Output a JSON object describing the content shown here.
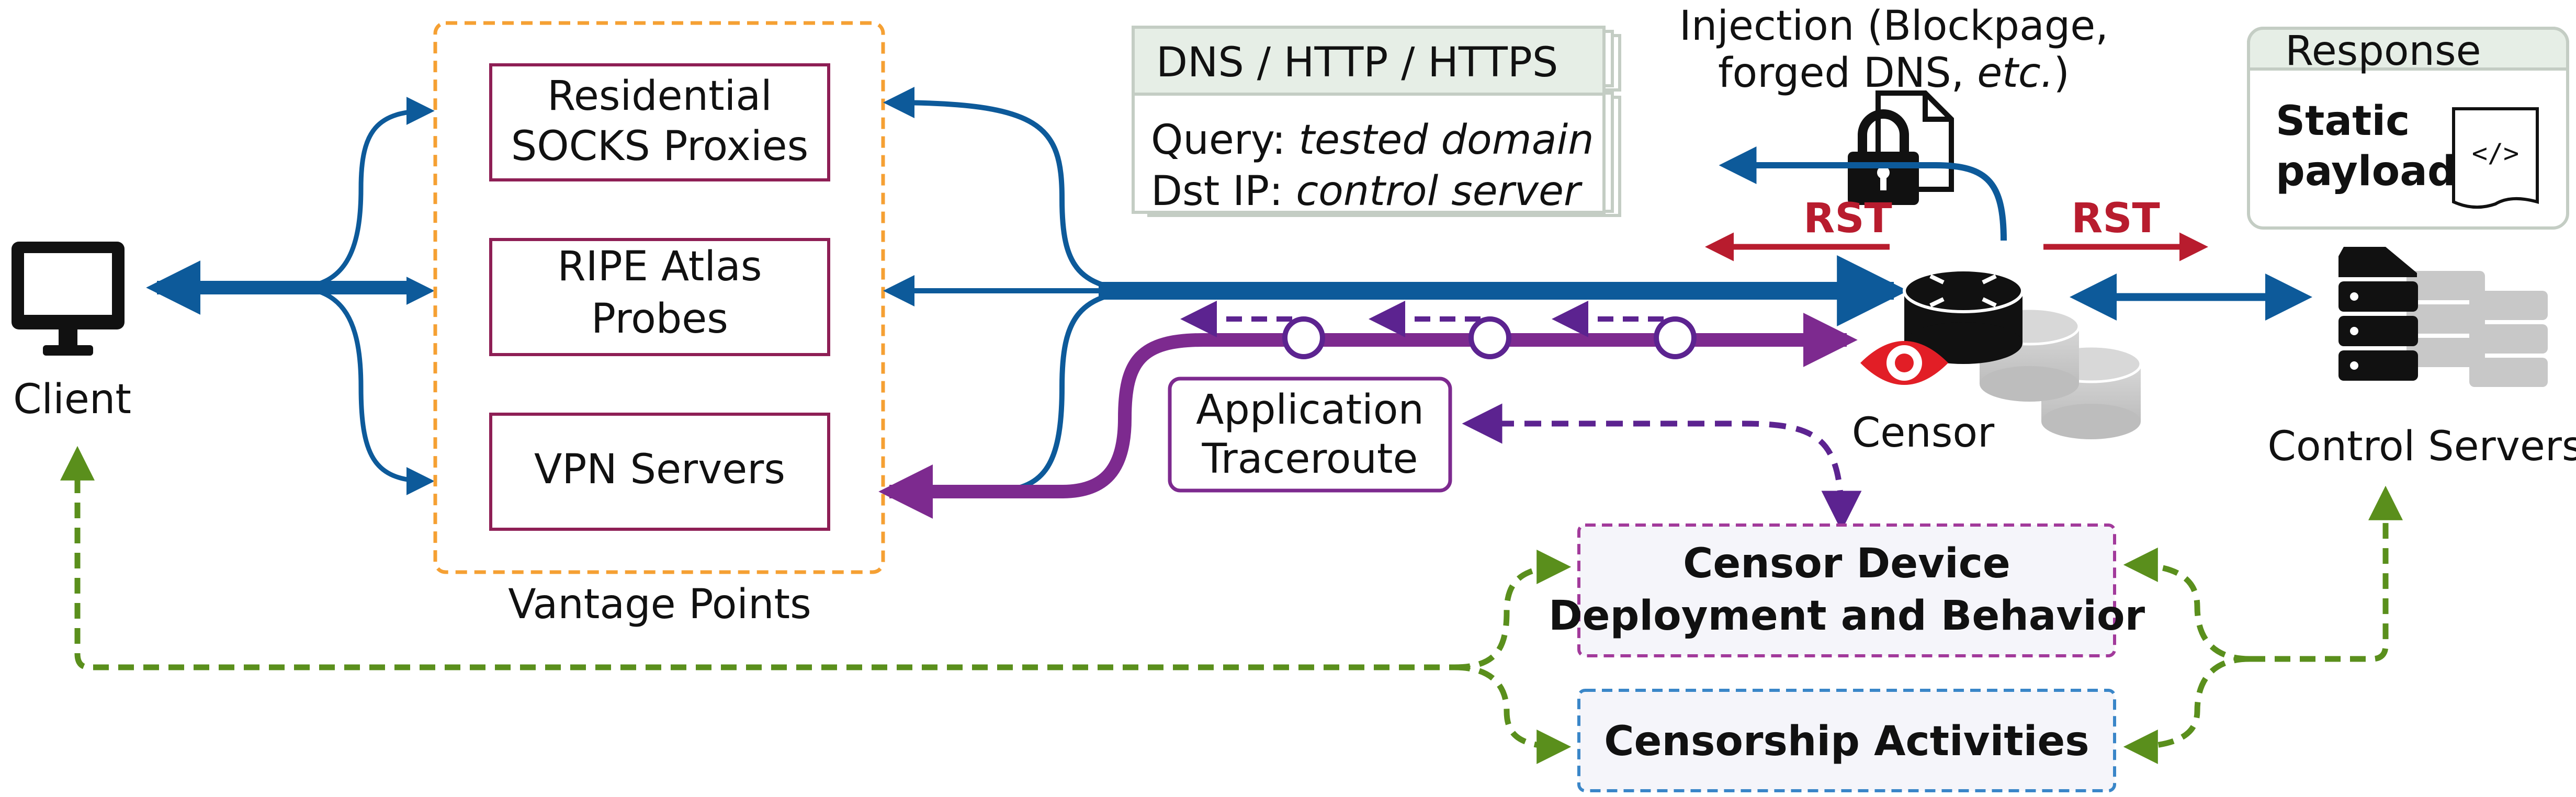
{
  "client": {
    "label": "Client"
  },
  "vantage_points": {
    "label": "Vantage Points",
    "items": [
      {
        "line1": "Residential",
        "line2": "SOCKS Proxies"
      },
      {
        "line1": "RIPE Atlas",
        "line2": "Probes"
      },
      {
        "line1": "VPN Servers"
      }
    ]
  },
  "query_card": {
    "protocols": "DNS / HTTP / HTTPS",
    "query_label": "Query: ",
    "query_value": "tested domain",
    "dst_label": "Dst IP: ",
    "dst_value": "control server"
  },
  "injection": {
    "line1": "Injection (Blockpage,",
    "line2_prefix": "forged DNS, ",
    "line2_italic": "etc.",
    "line2_suffix": ")"
  },
  "rst_left": "RST",
  "rst_right": "RST",
  "censor": {
    "label": "Censor"
  },
  "traceroute": {
    "line1": "Application",
    "line2": "Traceroute"
  },
  "response_card": {
    "title": "Response",
    "line1": "Static",
    "line2": "payload",
    "code_icon": "</>"
  },
  "control_servers": {
    "label": "Control Servers"
  },
  "outcomes": {
    "device": {
      "line1": "Censor Device",
      "line2": "Deployment and Behavior"
    },
    "activities": "Censorship Activities"
  },
  "colors": {
    "blue": "#0d5a9a",
    "purple": "#7d2a8f",
    "red": "#b81c2e",
    "green": "#5a8f1c",
    "orange": "#f5a033",
    "maroon": "#8e1f55"
  }
}
